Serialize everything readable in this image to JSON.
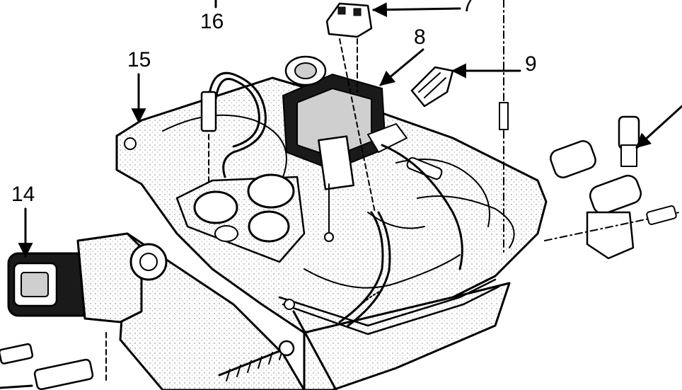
{
  "figure": {
    "callouts": [
      {
        "id": "16",
        "text": "16"
      },
      {
        "id": "7",
        "text": "7"
      },
      {
        "id": "8",
        "text": "8"
      },
      {
        "id": "9",
        "text": "9"
      },
      {
        "id": "15",
        "text": "15"
      },
      {
        "id": "14",
        "text": "14"
      }
    ],
    "colors": {
      "ink": "#000000",
      "paper": "#ffffff",
      "shade": "#cfcfcf"
    }
  }
}
